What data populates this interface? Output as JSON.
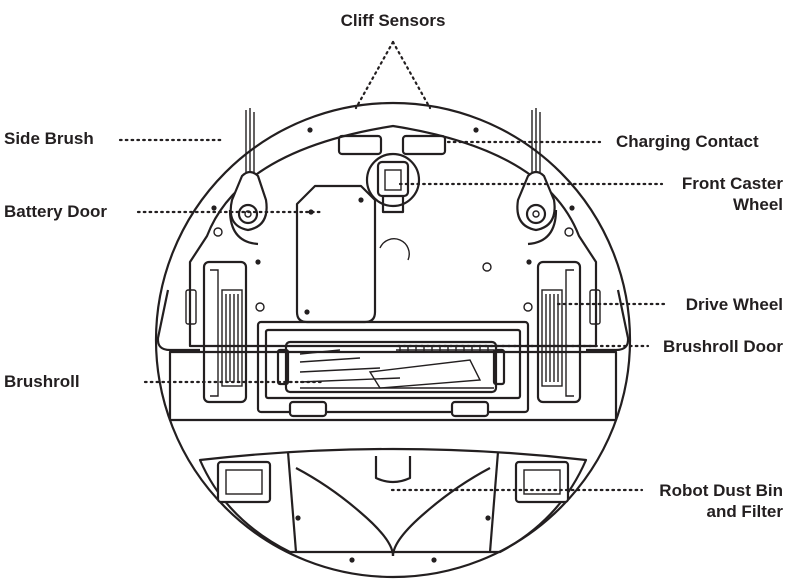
{
  "diagram": {
    "labels": {
      "cliff_sensors": "Cliff Sensors",
      "side_brush": "Side Brush",
      "charging_contact": "Charging Contact",
      "battery_door": "Battery Door",
      "front_caster_wheel_line1": "Front Caster",
      "front_caster_wheel_line2": "Wheel",
      "drive_wheel": "Drive Wheel",
      "brushroll_door": "Brushroll Door",
      "brushroll": "Brushroll",
      "robot_dust_bin_line1": "Robot Dust Bin",
      "robot_dust_bin_line2": "and Filter"
    }
  }
}
